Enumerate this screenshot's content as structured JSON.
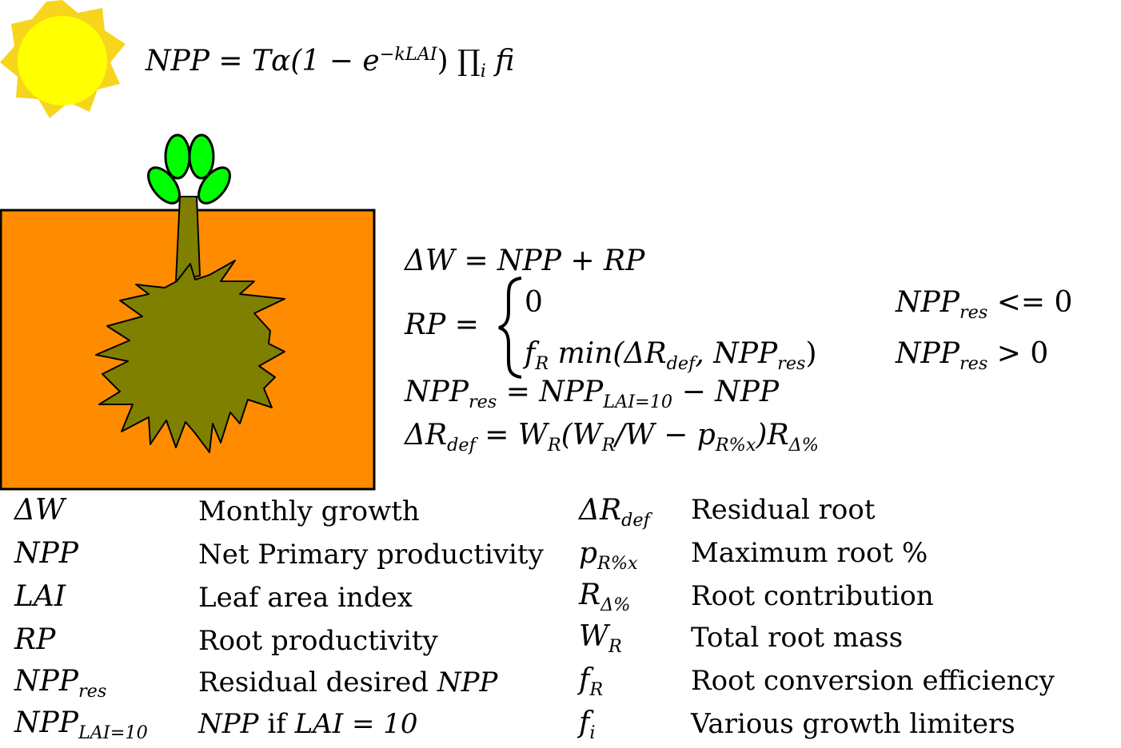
{
  "equations": {
    "npp_lhs": "NPP",
    "npp_eq": "=",
    "npp_rhs_a": "Tα(1 − e",
    "npp_rhs_exp": "−kLAI",
    "npp_rhs_b": ") ∏",
    "npp_rhs_sub": "i",
    "npp_rhs_c": " fi",
    "dw_line": "ΔW = NPP + RP",
    "rp_lhs": "RP =",
    "rp_case1_value": "0",
    "rp_case1_cond_main": "NPP",
    "rp_case1_cond_sub": "res",
    "rp_case1_cond_rest": " <= 0",
    "rp_case2_f": "f",
    "rp_case2_f_sub": "R",
    "rp_case2_min": " min(ΔR",
    "rp_case2_def": "def",
    "rp_case2_npp": ", NPP",
    "rp_case2_res": "res",
    "rp_case2_close": ")",
    "rp_case2_cond_main": "NPP",
    "rp_case2_cond_sub": "res",
    "rp_case2_cond_rest": " > 0",
    "res_lhs": "NPP",
    "res_lhs_sub": "res",
    "res_eq": " = NPP",
    "res_eq_sub": "LAI=10",
    "res_tail": " − NPP",
    "def_lhs": "ΔR",
    "def_lhs_sub": "def",
    "def_a": " = W",
    "def_a_sub": "R",
    "def_b": "(W",
    "def_b_sub": "R",
    "def_c": "/W − p",
    "def_c_sub": "R%x",
    "def_d": ")R",
    "def_d_sub": "Δ%"
  },
  "legend_left": [
    {
      "sym": "ΔW",
      "sub": "",
      "desc": "Monthly growth"
    },
    {
      "sym": "NPP",
      "sub": "",
      "desc": "Net Primary productivity"
    },
    {
      "sym": "LAI",
      "sub": "",
      "desc": "Leaf area index"
    },
    {
      "sym": "RP",
      "sub": "",
      "desc": "Root productivity"
    },
    {
      "sym": "NPP",
      "sub": "res",
      "desc": "Residual desired "
    },
    {
      "sym": "NPP",
      "sub": "LAI=10",
      "desc": " if "
    }
  ],
  "legend_left_extra": {
    "row4_desc_tail": "NPP",
    "row5_desc_head": "NPP",
    "row5_desc_tail": "LAI = 10"
  },
  "legend_right": [
    {
      "sym": "ΔR",
      "sub": "def",
      "desc": "Residual root"
    },
    {
      "sym": "p",
      "sub": "R%x",
      "desc": "Maximum root %"
    },
    {
      "sym": "R",
      "sub": "Δ%",
      "desc": "Root contribution"
    },
    {
      "sym": "W",
      "sub": "R",
      "desc": "Total root mass"
    },
    {
      "sym": "f",
      "sub": "R",
      "desc": "Root conversion efficiency"
    },
    {
      "sym": "f",
      "sub": "i",
      "desc": "Various growth limiters"
    }
  ],
  "colors": {
    "sun_outer": "#f7d51d",
    "sun_inner": "#ffff00",
    "soil": "#ff8c00",
    "root": "#808000",
    "leaf": "#00ff00"
  }
}
